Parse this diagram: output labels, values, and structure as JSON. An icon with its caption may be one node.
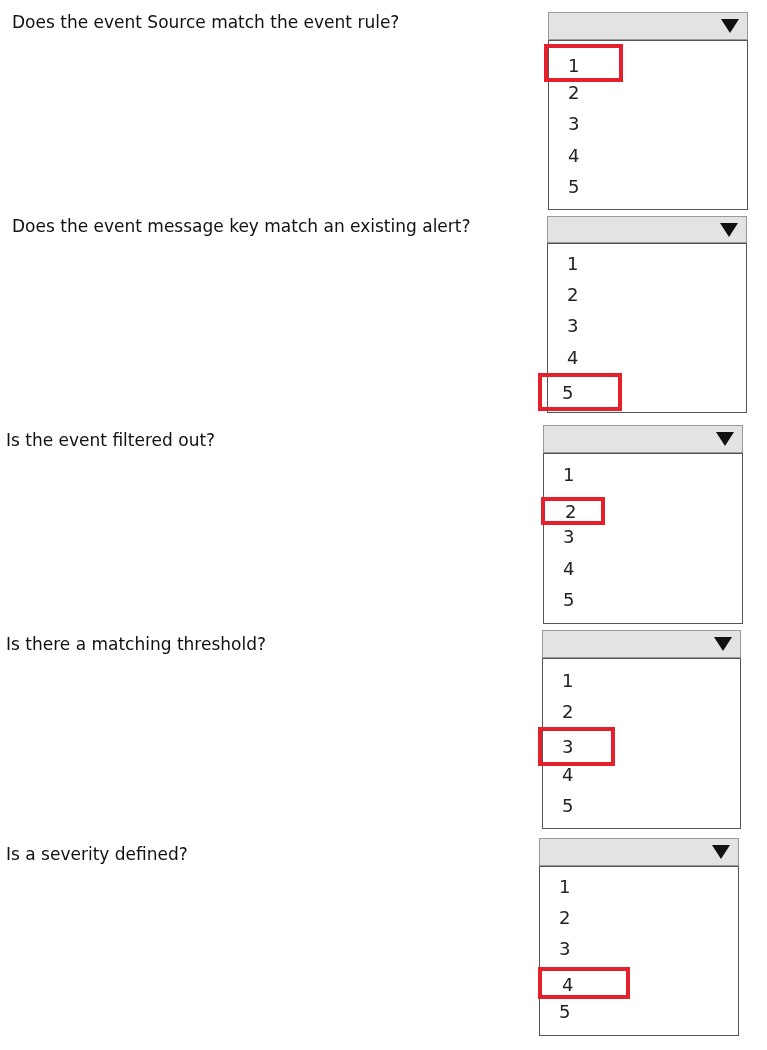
{
  "diagram": {
    "nodes": [
      {
        "text": [],
        "shape": "box"
      },
      {
        "text": [
          "2",
          "3",
          "4",
          "5"
        ]
      },
      {
        "text": [
          "1"
        ],
        "in": 1
      },
      {
        "text": [],
        "shape": "box"
      },
      {
        "text": [
          "1",
          "2",
          "3",
          "4"
        ]
      },
      {
        "text": [
          "5"
        ],
        "in": 4
      },
      {
        "text": [],
        "shape": "box"
      },
      {
        "text": [
          "1",
          "3",
          "4",
          "5"
        ]
      },
      {
        "text": [
          "2"
        ],
        "in": 7
      },
      {
        "text": [],
        "shape": "box"
      },
      {
        "text": [
          "1",
          "2",
          "4",
          "5"
        ]
      },
      {
        "text": [
          "3"
        ],
        "in": 10
      },
      {
        "text": [],
        "shape": "box"
      },
      {
        "text": [
          "1",
          "2",
          "3",
          "5"
        ]
      },
      {
        "text": [
          "4"
        ],
        "in": 13
      }
    ],
    "edges": [],
    "labels": [
      "Does the event Source match the event rule?",
      "Does the event message key match an existing alert?",
      "Is the event filtered out?",
      "Is there a matching threshold?",
      "Is a severity defined?"
    ]
  }
}
